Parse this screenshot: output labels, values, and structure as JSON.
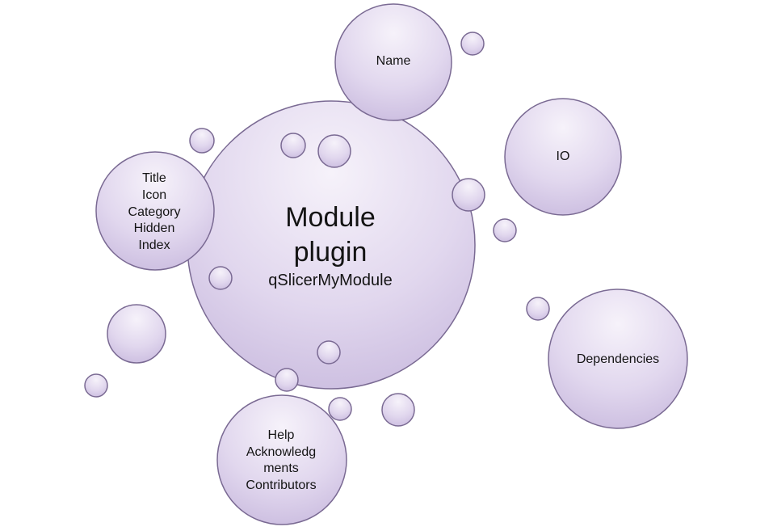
{
  "diagram": {
    "center": {
      "line1": "Module",
      "line2": "plugin",
      "line3": "qSlicerMyModule"
    },
    "satellites": {
      "name": "Name",
      "io": "IO",
      "dependencies": "Dependencies",
      "properties": [
        "Title",
        "Icon",
        "Category",
        "Hidden",
        "Index"
      ],
      "help": [
        "Help",
        "Acknowledg",
        "ments",
        "Contributors"
      ]
    },
    "colors": {
      "bubble_fill_light": "#f4f0f8",
      "bubble_fill_dark": "#cbbde0",
      "bubble_stroke": "#7a6a93"
    }
  }
}
